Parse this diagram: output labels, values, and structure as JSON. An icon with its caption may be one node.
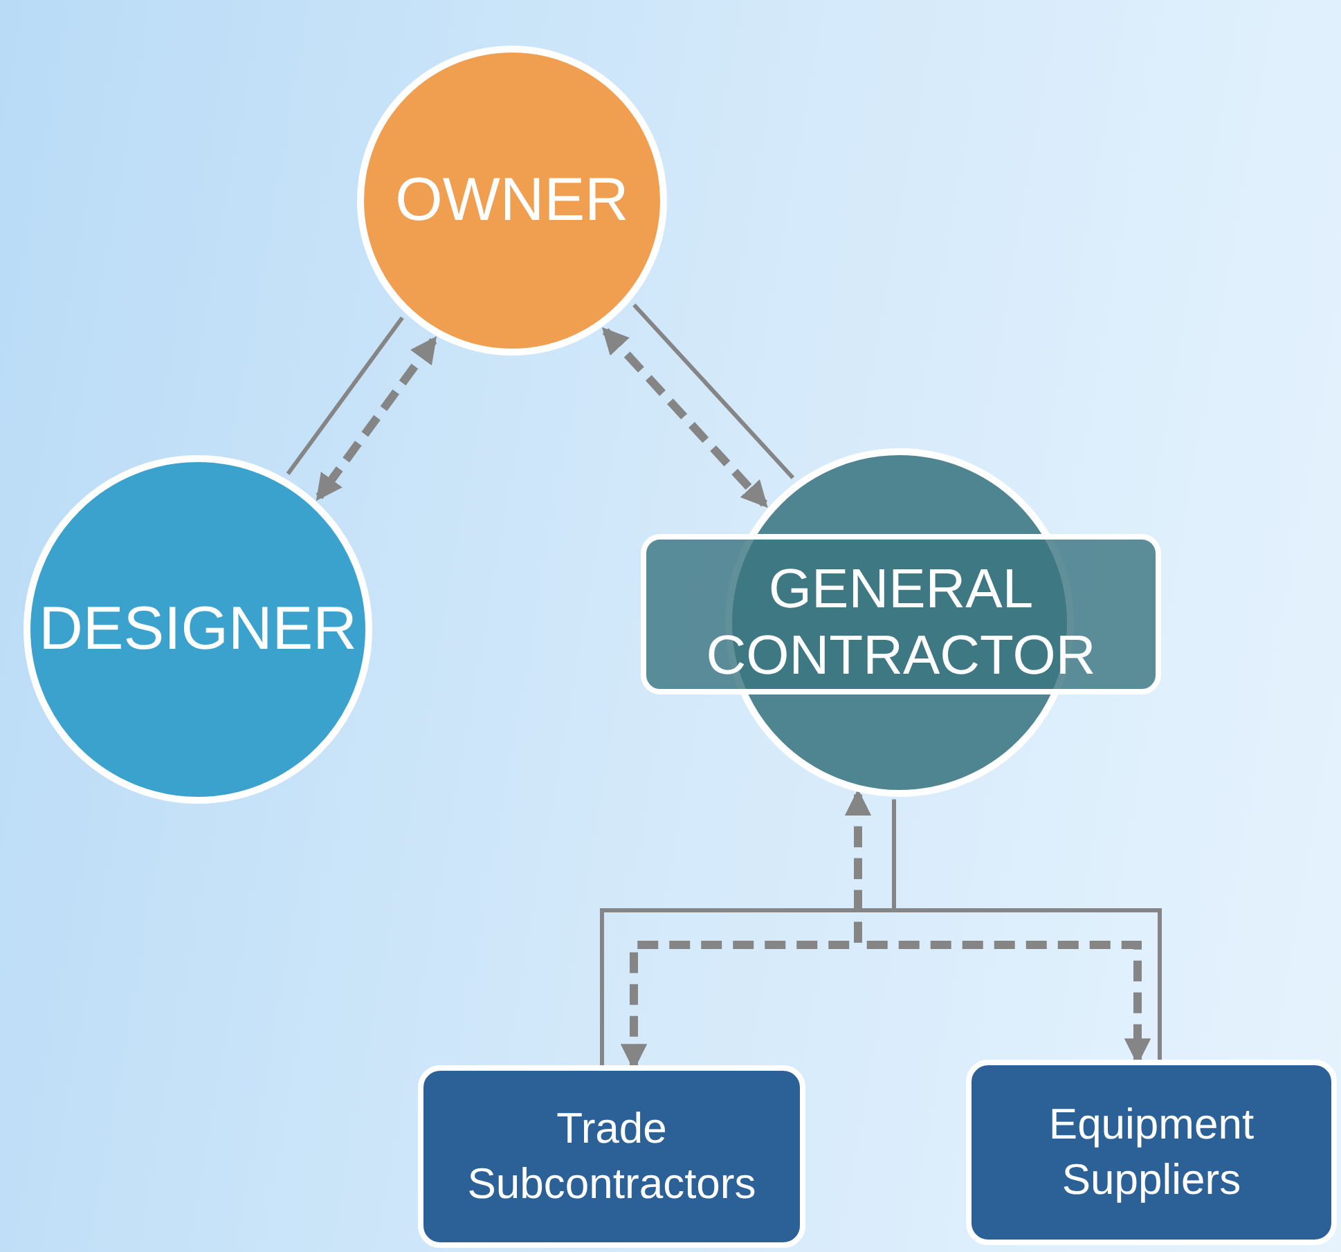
{
  "diagram": {
    "nodes": [
      {
        "text": [
          "OWNER"
        ]
      },
      {
        "text": [
          "DESIGNER"
        ]
      },
      {
        "text": [
          "GENERAL CONTRACTOR"
        ]
      },
      {
        "text": [
          "Trade Subcontractors"
        ]
      },
      {
        "text": [
          "Equipment Suppliers"
        ]
      }
    ],
    "edges": [
      {
        "from": 0,
        "to": 1,
        "arrow": "both",
        "style": "dashed"
      },
      {
        "from": 1,
        "to": 0,
        "arrow": "none"
      },
      {
        "from": 0,
        "to": 2,
        "arrow": "both",
        "style": "dashed"
      },
      {
        "from": 0,
        "to": 2,
        "arrow": "none"
      },
      {
        "from": 2,
        "to": 3,
        "arrow": "none"
      },
      {
        "from": 2,
        "to": 4,
        "arrow": "none"
      },
      {
        "from": 2,
        "to": 3,
        "arrow": "both",
        "style": "dashed"
      },
      {
        "from": 2,
        "to": 4,
        "arrow": "both",
        "style": "dashed"
      }
    ]
  }
}
